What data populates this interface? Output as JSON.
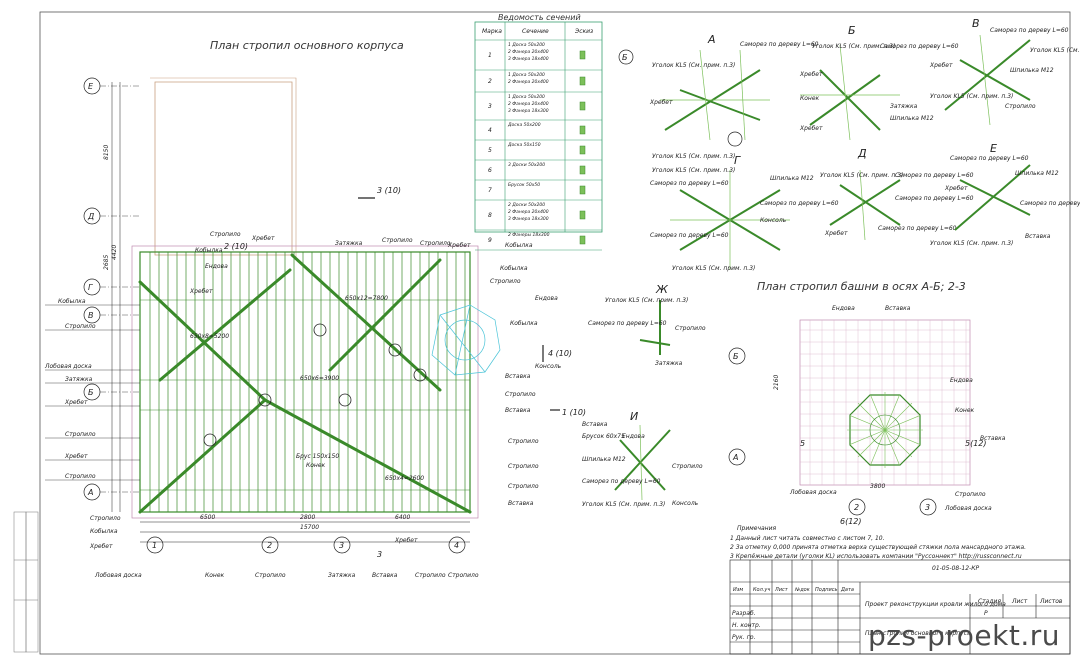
{
  "main_title": "План стропил основного корпуса",
  "tower_title": "План стропил башни в осях А-Б; 2-3",
  "section_table": {
    "title": "Ведомость сечений",
    "headers": [
      "Марка",
      "Сечение",
      "Эскиз"
    ],
    "rows": [
      {
        "mark": "1",
        "section": "1 Доска 50х200 / 2 Фанера 20х400 / 3 Фанера 18х400"
      },
      {
        "mark": "2",
        "section": "1 Доска 50х200 / 2 Фанера 20х400"
      },
      {
        "mark": "3",
        "section": "1 Доска 50х200 / 2 Фанера 20х400 / 3 Фанера 18х300"
      },
      {
        "mark": "4",
        "section": "Доска 50х200"
      },
      {
        "mark": "5",
        "section": "Доска 50х150"
      },
      {
        "mark": "6",
        "section": "3 Доски 50х200"
      },
      {
        "mark": "7",
        "section": "Брусок 50х50"
      },
      {
        "mark": "8",
        "section": "2 Доски 50х200 / 2 Фанера 20х400 / 3 Фанера 18х300"
      },
      {
        "mark": "9",
        "section": "2 Фанеры 18х300"
      }
    ]
  },
  "axes_rows": [
    "Е",
    "Д",
    "Г",
    "В",
    "Б",
    "А"
  ],
  "axes_cols": [
    "1",
    "2",
    "3",
    "4"
  ],
  "detail_letters": [
    "А",
    "Б",
    "В",
    "Г",
    "Д",
    "Е",
    "Ж",
    "И"
  ],
  "section_marks": [
    "3 (10)",
    "4 (10)",
    "1 (10)",
    "2 (10)",
    "3",
    "5",
    "5(12)",
    "6(12)"
  ],
  "labels": {
    "stropilo": "Стропило",
    "kobylka": "Кобылка",
    "khrebet": "Хребет",
    "endova": "Ендова",
    "zatyazhka": "Затяжка",
    "lobovaya": "Лобовая доска",
    "konek": "Конек",
    "konsol": "Консоль",
    "vstavka": "Вставка",
    "brus": "Брус 150х150",
    "ugolok": "Уголок KL5 (См. прим. п.3)",
    "samorez": "Саморез по дереву L=60",
    "shpilka": "Шпилька М12",
    "brusok": "Брусок 60х75"
  },
  "dimensions": [
    "6500",
    "2800",
    "6400",
    "15700",
    "8150",
    "4420",
    "2685",
    "650х8=5200",
    "650х12=7800",
    "650х6=3900",
    "650х4=2600",
    "2160",
    "3800"
  ],
  "notes": {
    "heading": "Примечания",
    "items": [
      "1  Данный лист читать совместно с листом 7, 10.",
      "2  За отметку 0,000 принята отметка верха существующей стяжки пола мансардного этажа.",
      "3  Крепёжные детали (уголки KL) использовать компании \"Руссоннект\" http://russconnect.ru"
    ]
  },
  "title_block": {
    "code": "01-05-08-12-КР",
    "project": "Проект реконструкции кровли жилого дома",
    "sheet_name": "План стропил основного корпуса",
    "col_headers": [
      "Изм",
      "Кол.уч",
      "Лист",
      "№док",
      "Подпись",
      "Дата"
    ],
    "roles": [
      "Разраб.",
      "Н. контр.",
      "Рук. гр."
    ],
    "stage_headers": [
      "Стадия",
      "Лист",
      "Листов"
    ],
    "stage": "Р"
  },
  "watermark": "pzs-proekt.ru",
  "colors": {
    "rafter": "#3a8a2a",
    "light": "#7cc05a",
    "tower": "#c08ab0",
    "ink": "#222222",
    "cyan": "#4bc4d8"
  }
}
